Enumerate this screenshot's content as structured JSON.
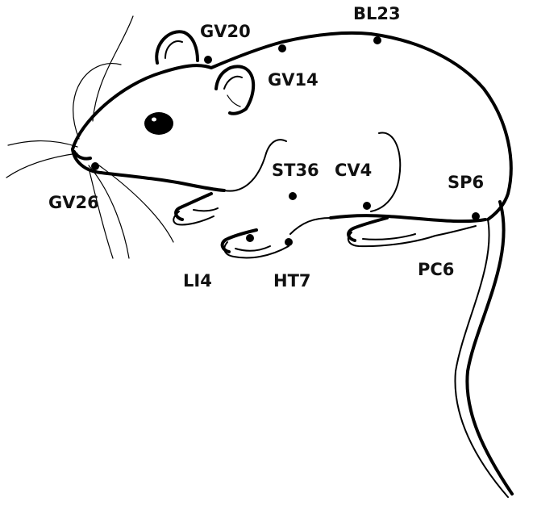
{
  "points": [
    {
      "id": "gv20",
      "label": "GV20"
    },
    {
      "id": "bl23",
      "label": "BL23"
    },
    {
      "id": "gv14",
      "label": "GV14"
    },
    {
      "id": "st36",
      "label": "ST36"
    },
    {
      "id": "cv4",
      "label": "CV4"
    },
    {
      "id": "sp6",
      "label": "SP6"
    },
    {
      "id": "gv26",
      "label": "GV26"
    },
    {
      "id": "li4",
      "label": "LI4"
    },
    {
      "id": "ht7",
      "label": "HT7"
    },
    {
      "id": "pc6",
      "label": "PC6"
    }
  ]
}
